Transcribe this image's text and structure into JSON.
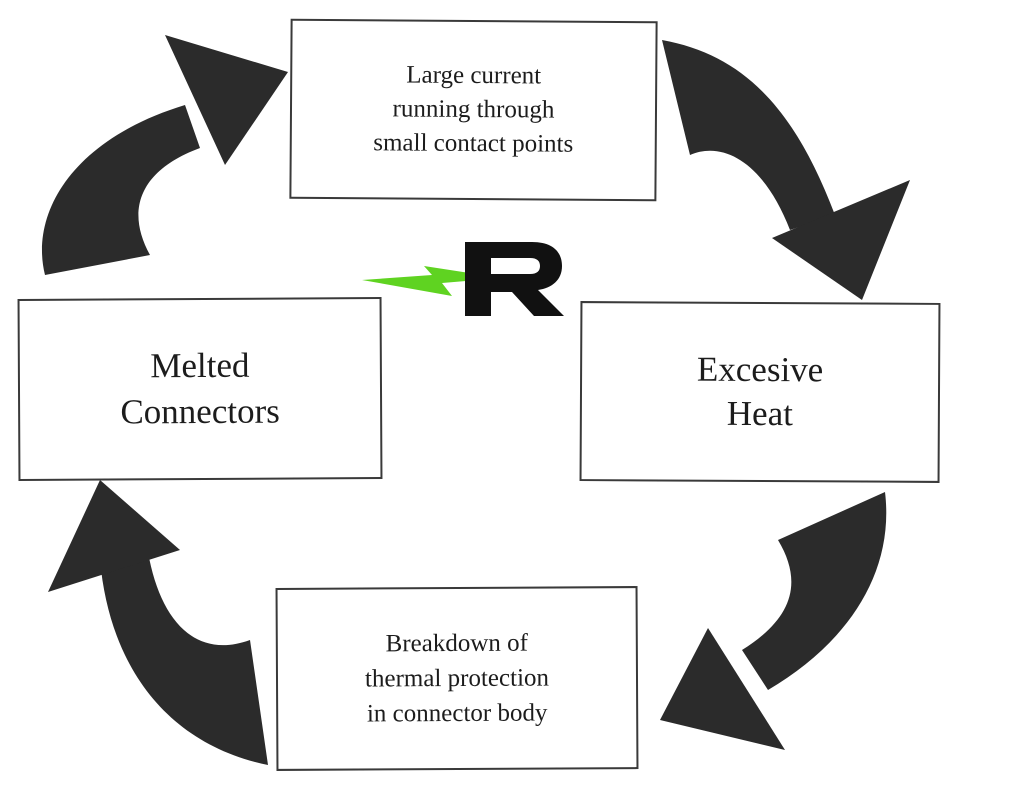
{
  "diagram": {
    "type": "cycle",
    "nodes": [
      {
        "id": "top",
        "label": "Large current\nrunning through\nsmall contact points"
      },
      {
        "id": "right",
        "label": "Excesive\nHeat"
      },
      {
        "id": "bottom",
        "label": "Breakdown of\nthermal protection\nin connector body"
      },
      {
        "id": "left",
        "label": "Melted\nConnectors"
      }
    ],
    "edges": [
      {
        "from": "top",
        "to": "right"
      },
      {
        "from": "right",
        "to": "bottom"
      },
      {
        "from": "bottom",
        "to": "left"
      },
      {
        "from": "left",
        "to": "top"
      }
    ]
  },
  "logo": {
    "icon": "lightning-r-logo-icon",
    "colors": {
      "bolt": "#5fd321",
      "letter": "#111111"
    }
  },
  "colors": {
    "arrow": "#2b2b2b",
    "box_border": "#3a3a3a",
    "text": "#1c1c1c",
    "background": "#ffffff"
  }
}
